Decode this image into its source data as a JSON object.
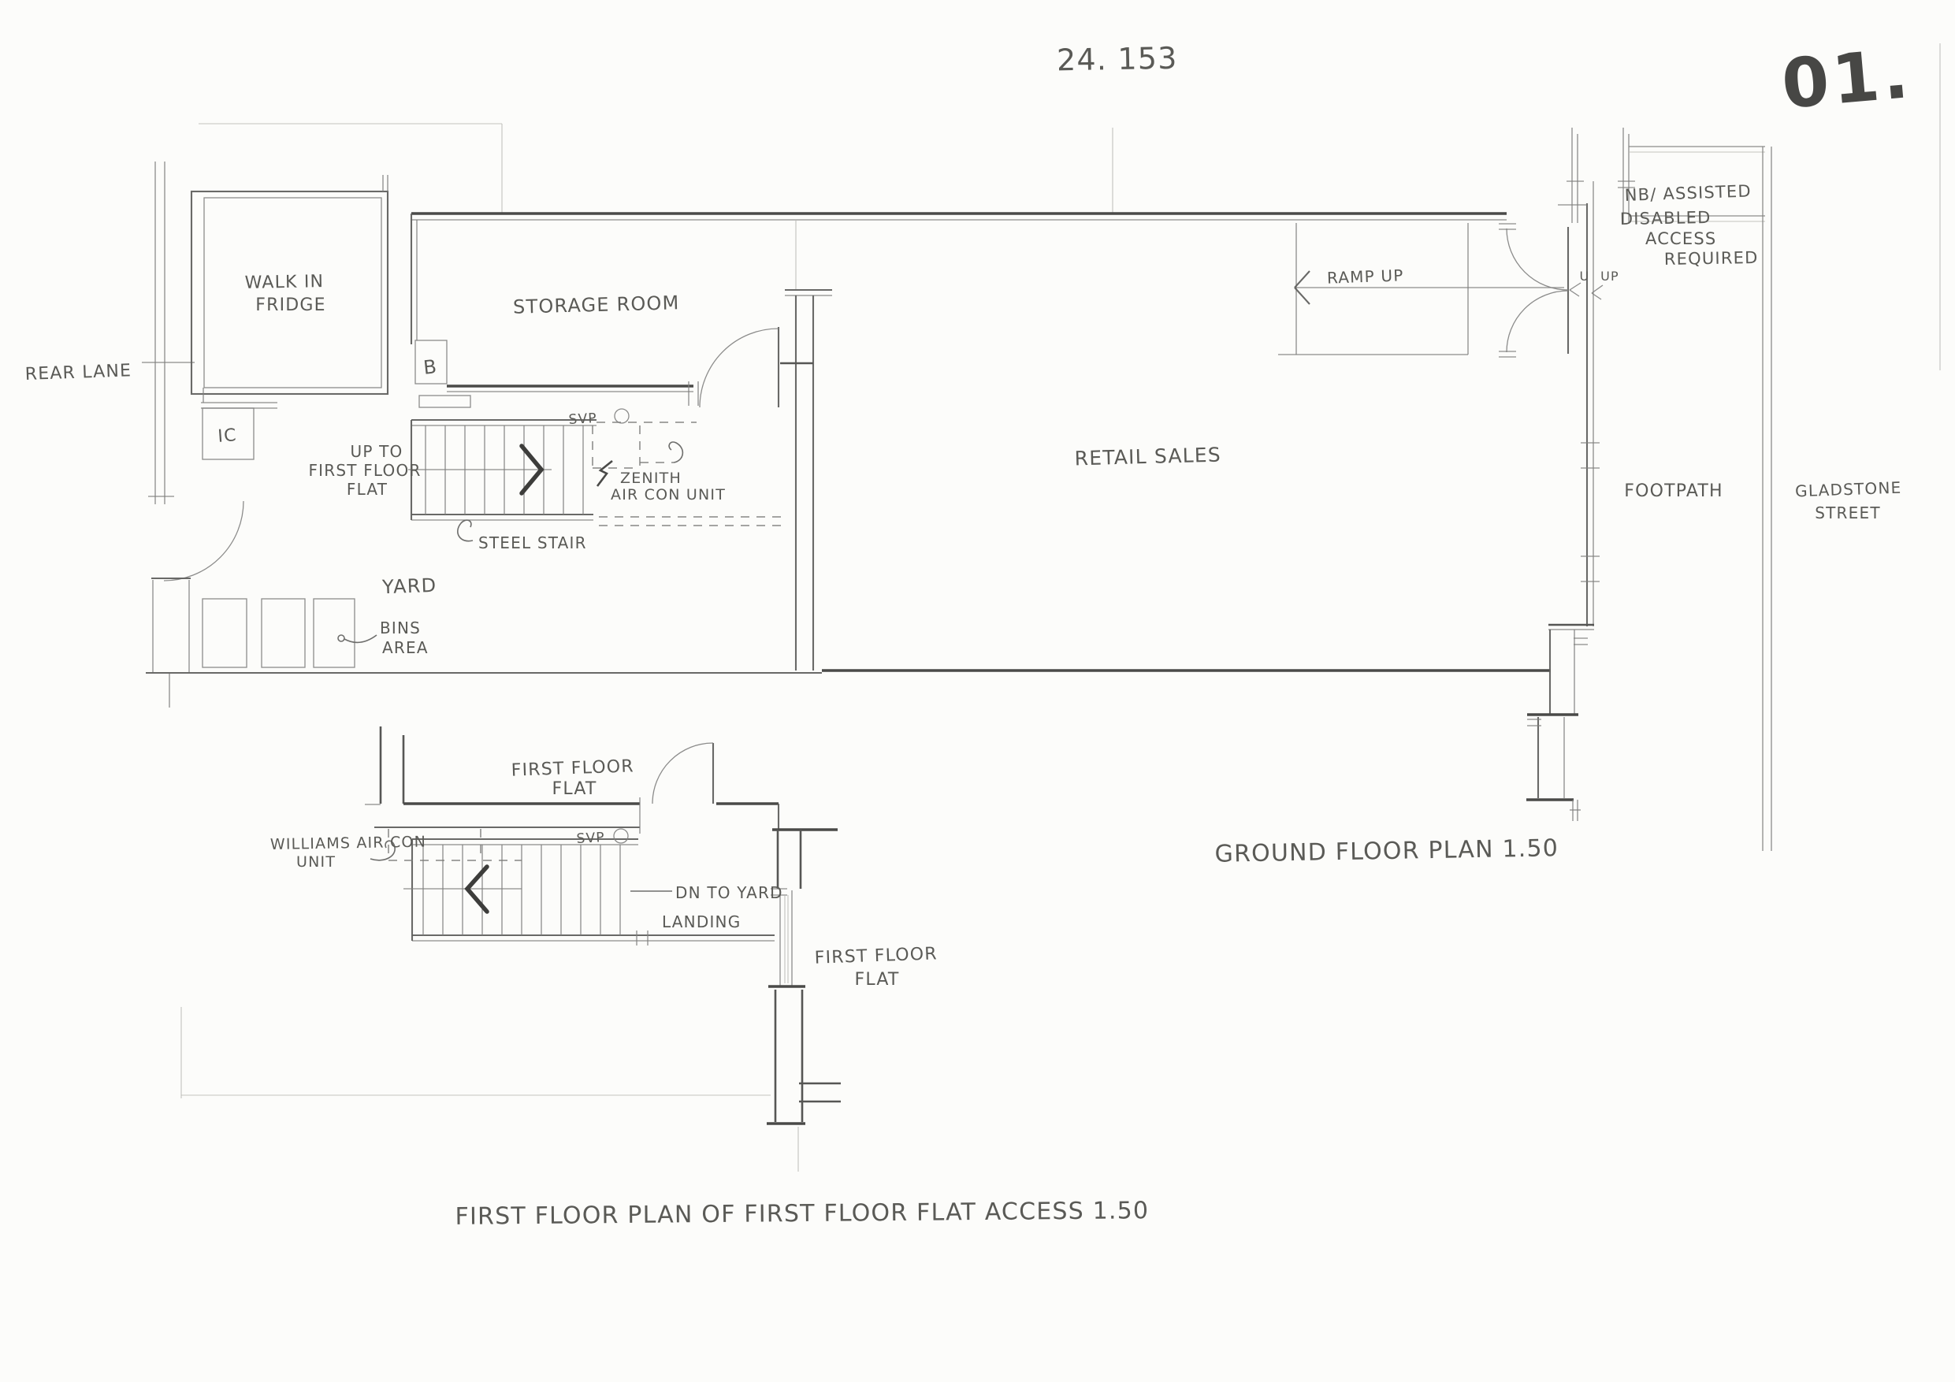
{
  "sheet": {
    "project_number": "24. 153",
    "sheet_number": "01."
  },
  "ground": {
    "title": "GROUND FLOOR PLAN 1.50",
    "rooms": {
      "fridge_1": "WALK IN",
      "fridge_2": "FRIDGE",
      "storage": "STORAGE ROOM",
      "retail": "RETAIL SALES",
      "yard": "YARD"
    },
    "labels": {
      "rear_lane": "REAR LANE",
      "ic": "IC",
      "b": "B",
      "svp": "SVP",
      "up_to_1": "UP TO",
      "up_to_2": "FIRST FLOOR",
      "up_to_3": "FLAT",
      "steel_stair": "STEEL STAIR",
      "zenith_1": "ZENITH",
      "zenith_2": "AIR CON UNIT",
      "bins_1": "BINS",
      "bins_2": "AREA",
      "ramp_up": "RAMP UP",
      "u": "U",
      "up": "UP",
      "nb_1": "NB/ ASSISTED",
      "nb_2": "DISABLED",
      "nb_3": "ACCESS",
      "nb_4": "REQUIRED",
      "footpath": "FOOTPATH",
      "street_1": "GLADSTONE",
      "street_2": "STREET"
    }
  },
  "first": {
    "title": "FIRST FLOOR PLAN OF FIRST FLOOR FLAT ACCESS 1.50",
    "labels": {
      "flat_a_1": "FIRST FLOOR",
      "flat_a_2": "FLAT",
      "williams_1": "WILLIAMS AIR CON",
      "williams_2": "UNIT",
      "svp": "SVP",
      "dn_1": "DN TO YARD",
      "dn_2": "LANDING",
      "flat_b_1": "FIRST FLOOR",
      "flat_b_2": "FLAT"
    }
  }
}
